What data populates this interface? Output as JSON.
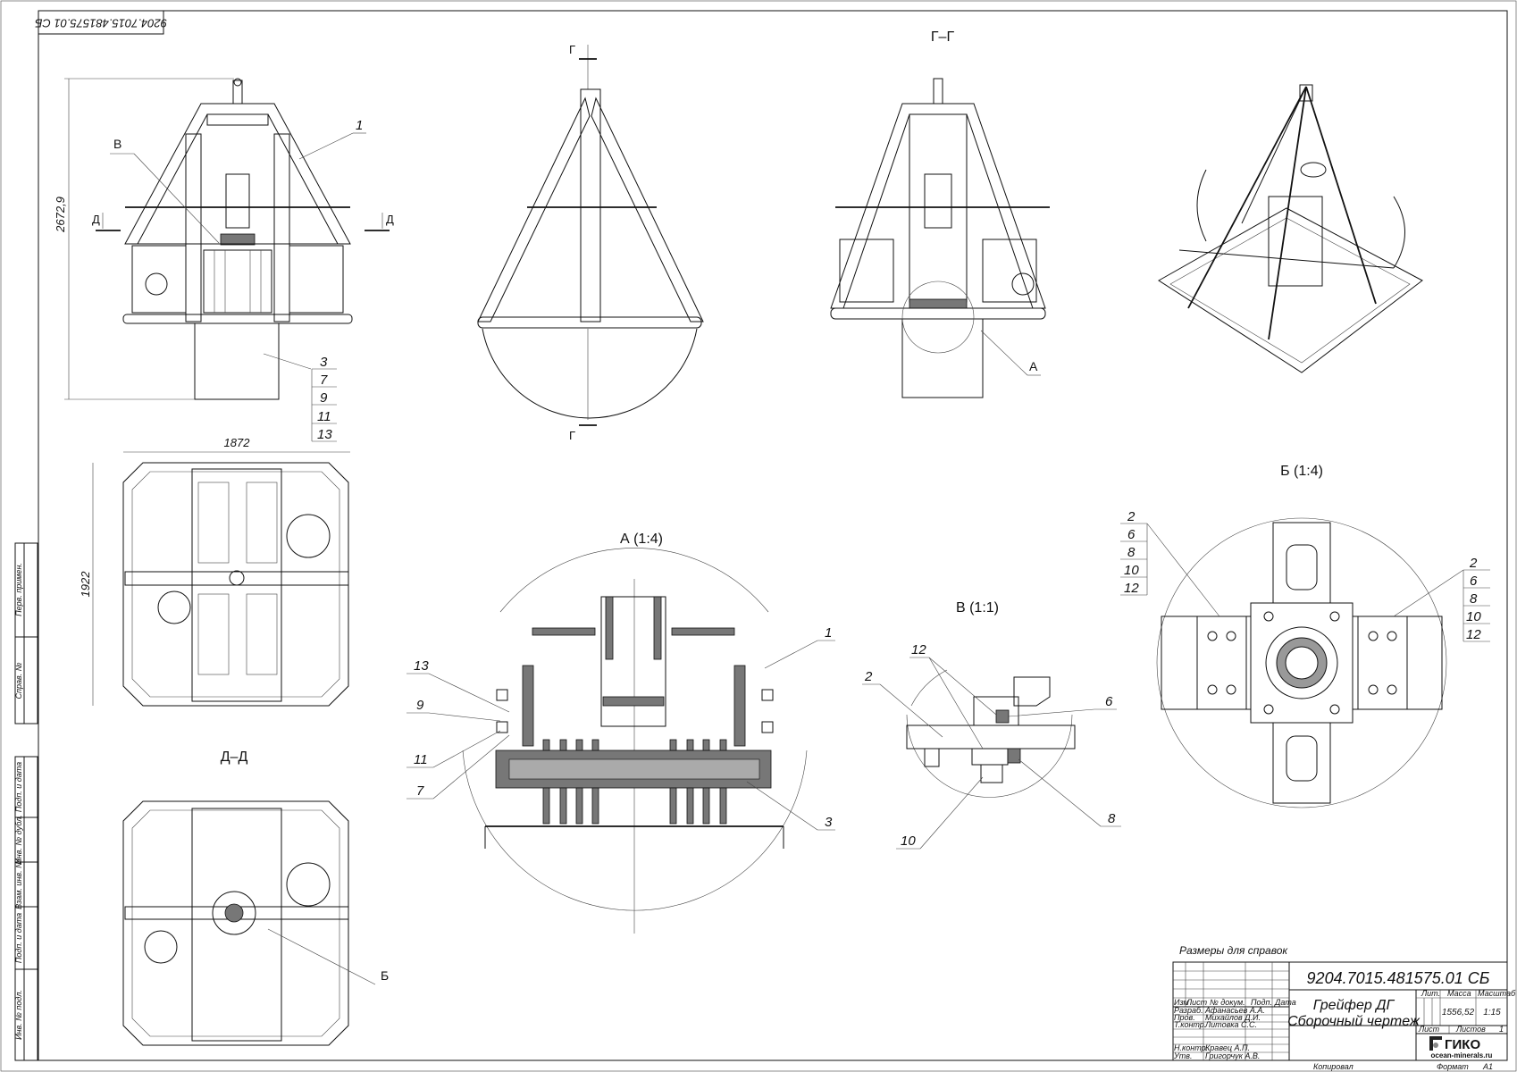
{
  "stamp_top": "9204.7015.481575.01 СБ",
  "margin": {
    "labels": [
      "Перв. примен.",
      "Справ. №",
      "Подп. и дата",
      "Инв. № дубл.",
      "Взам. инв. №",
      "Подп. и дата",
      "Инв. № подл."
    ]
  },
  "front_view": {
    "dim_height": "2672,9",
    "dim_width": "1872",
    "section_mark": "Д",
    "detail_mark": "В",
    "callout_1": "1",
    "callout_stack": [
      "3",
      "7",
      "9",
      "11",
      "13"
    ]
  },
  "side_view": {
    "section_mark": "Г"
  },
  "section_gg": {
    "title": "Г–Г",
    "detail_mark": "А"
  },
  "section_dd": {
    "title": "Д–Д",
    "detail_mark": "Б"
  },
  "detail_a": {
    "title": "А (1:4)",
    "callouts": [
      "13",
      "9",
      "11",
      "7",
      "1",
      "3"
    ]
  },
  "detail_v": {
    "title": "В (1:1)",
    "callouts": [
      "12",
      "2",
      "6",
      "8",
      "10"
    ]
  },
  "detail_b": {
    "title": "Б (1:4)",
    "left_stack": [
      "2",
      "6",
      "8",
      "10",
      "12"
    ],
    "right_stack": [
      "2",
      "6",
      "8",
      "10",
      "12"
    ]
  },
  "title_block": {
    "note": "Размеры для справок",
    "designation": "9204.7015.481575.01 СБ",
    "name_line1": "Грейфер ДГ",
    "name_line2": "Сборочный чертеж",
    "headers": [
      "Изм",
      "Лист",
      "№ докум.",
      "Подп.",
      "Дата"
    ],
    "roles": [
      {
        "role": "Разраб.",
        "person": "Афанасьев А.А."
      },
      {
        "role": "Пров.",
        "person": "Михайлов Д.И."
      },
      {
        "role": "Т.контр.",
        "person": "Литовка С.С."
      },
      {
        "role": "Н.контр.",
        "person": "Кравец А.П."
      },
      {
        "role": "Утв.",
        "person": "Григорчук А.В."
      }
    ],
    "lit_label": "Лит.",
    "mass_label": "Масса",
    "scale_label": "Масштаб",
    "mass": "1556,52",
    "scale": "1:15",
    "sheet_label": "Лист",
    "sheets_label": "Листов",
    "sheets": "1",
    "logo": "ГИКО",
    "site": "ocean-minerals.ru",
    "copied": "Копировал",
    "format_label": "Формат",
    "format": "A1"
  }
}
